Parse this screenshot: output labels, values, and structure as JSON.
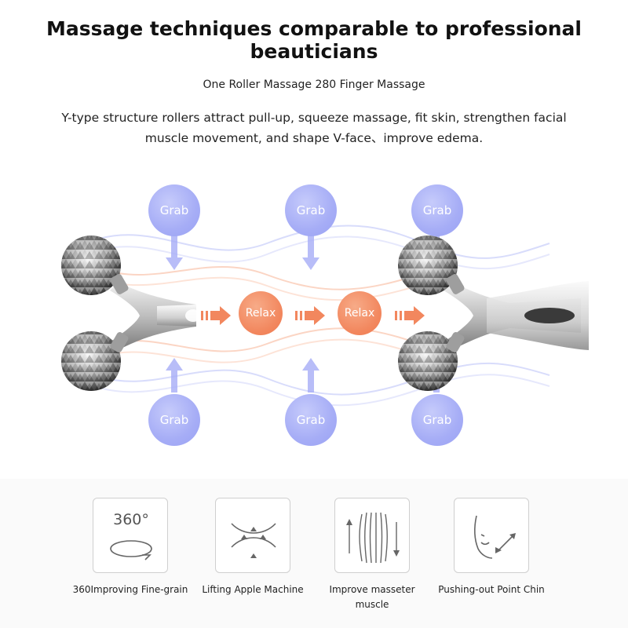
{
  "header": {
    "title": "Massage techniques comparable to professional beauticians",
    "subtitle": "One Roller Massage 280 Finger Massage",
    "description_line1": "Y-type structure rollers attract pull-up, squeeze massage, fit skin, strengthen facial",
    "description_line2": "muscle movement, and shape V-face、improve edema."
  },
  "diagram": {
    "grab_label": "Grab",
    "relax_label": "Relax",
    "grab_color": "#a6adf6",
    "relax_color": "#f2875e",
    "arrow_color": "#f2875e"
  },
  "features": [
    {
      "icon": "rotate-360-icon",
      "icon_text": "360°",
      "label": "360Improving Fine-grain"
    },
    {
      "icon": "lift-arrows-icon",
      "label": "Lifting Apple Machine"
    },
    {
      "icon": "muscle-lines-icon",
      "label_line1": "Improve masseter",
      "label_line2": "muscle"
    },
    {
      "icon": "chin-profile-icon",
      "label": "Pushing-out Point Chin"
    }
  ]
}
